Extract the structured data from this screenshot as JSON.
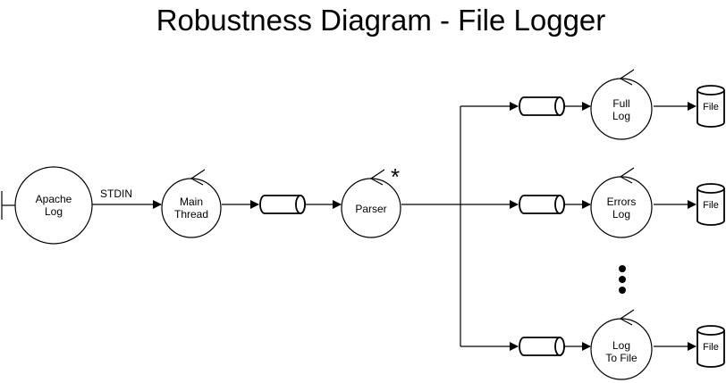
{
  "title": "Robustness Diagram - File Logger",
  "colors": {
    "stroke": "#000000",
    "background": "#ffffff"
  },
  "nodes": {
    "apache": {
      "kind": "boundary",
      "lines": [
        "Apache",
        "Log"
      ]
    },
    "main_thread": {
      "kind": "control",
      "lines": [
        "Main",
        "Thread"
      ]
    },
    "parser": {
      "kind": "control",
      "lines": [
        "Parser"
      ],
      "marker": "*"
    },
    "full_log": {
      "kind": "control",
      "lines": [
        "Full",
        "Log"
      ]
    },
    "errors_log": {
      "kind": "control",
      "lines": [
        "Errors",
        "Log"
      ]
    },
    "log_to_file": {
      "kind": "control",
      "lines": [
        "Log",
        "To File"
      ]
    }
  },
  "edges": {
    "stdin_label": "STDIN"
  },
  "queue_icon": "pipe-queue-icon",
  "databases": {
    "full": "File",
    "errors": "File",
    "to_file": "File"
  },
  "ellipsis_icon": "vertical-ellipsis-icon"
}
